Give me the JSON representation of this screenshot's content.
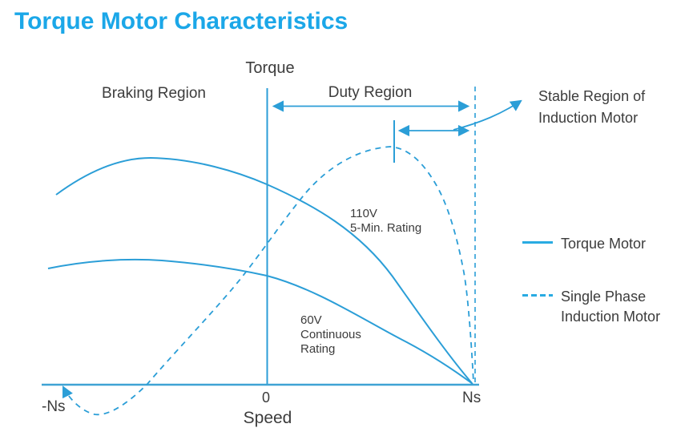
{
  "title": "Torque Motor Characteristics",
  "colors": {
    "title_accent": "#1ba7e8",
    "diagram_line": "#2b9ed7",
    "legend_line": "#29abe2",
    "text": "#3c3c3c"
  },
  "axes": {
    "y_label": "Torque",
    "x_label": "Speed",
    "tick_neg_ns": "-Ns",
    "tick_zero": "0",
    "tick_ns": "Ns"
  },
  "regions": {
    "braking": "Braking Region",
    "duty": "Duty Region",
    "stable_line1": "Stable Region of",
    "stable_line2": "Induction Motor"
  },
  "curve_labels": {
    "v110_line1": "110V",
    "v110_line2": "5-Min. Rating",
    "v60_line1": "60V",
    "v60_line2": "Continuous",
    "v60_line3": "Rating"
  },
  "legend": [
    {
      "style": "solid",
      "line1": "Torque Motor",
      "line2": ""
    },
    {
      "style": "dashed",
      "line1": "Single Phase",
      "line2": "Induction Motor"
    }
  ],
  "chart_data": {
    "type": "line",
    "title": "Torque Motor Characteristics",
    "xlabel": "Speed",
    "ylabel": "Torque",
    "x_ticks": [
      "-Ns",
      "0",
      "Ns"
    ],
    "axis_note": "speed normalized to synchronous speed Ns (x from -1 to 1), torque normalized to induction-motor peak (y 0 to 1); qualitative curves",
    "grid": false,
    "legend_position": "right",
    "series": [
      {
        "name": "Torque Motor 110V 5-Min. Rating",
        "style": "solid",
        "x": [
          -1.03,
          -0.58,
          0,
          0.41,
          0.7,
          1.0
        ],
        "y": [
          0.8,
          0.95,
          0.84,
          0.68,
          0.34,
          0.0
        ]
      },
      {
        "name": "Torque Motor 60V Continuous Rating",
        "style": "solid",
        "x": [
          -1.07,
          -0.54,
          0,
          0.45,
          0.7,
          1.0
        ],
        "y": [
          0.49,
          0.52,
          0.46,
          0.28,
          0.16,
          0.0
        ]
      },
      {
        "name": "Single Phase Induction Motor",
        "style": "dashed",
        "x": [
          -0.99,
          -0.84,
          -0.59,
          -0.17,
          0.18,
          0.44,
          0.61,
          0.81,
          0.92,
          0.97,
          1.0
        ],
        "y": [
          -0.01,
          -0.12,
          0.0,
          0.4,
          0.8,
          0.98,
          1.0,
          0.85,
          0.6,
          0.34,
          0.0
        ]
      }
    ],
    "annotations": [
      "Braking Region",
      "Duty Region",
      "Stable Region of Induction Motor"
    ]
  }
}
